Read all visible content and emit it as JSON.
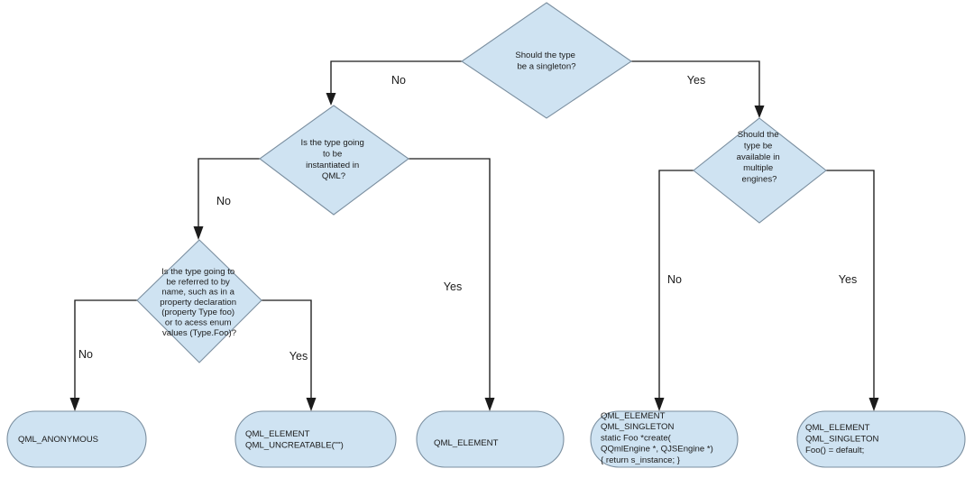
{
  "diagram": {
    "title": "QML type registration decision flowchart",
    "colors": {
      "node_fill": "#cfe3f2",
      "node_stroke": "#7b8fa0",
      "edge_stroke": "#1b1b1b",
      "background": "#ffffff",
      "text": "#1b1b1b"
    },
    "decisions": [
      {
        "id": "d1",
        "lines": [
          "Should the type",
          "be a singleton?"
        ]
      },
      {
        "id": "d2",
        "lines": [
          "Is the type going",
          "to be",
          "instantiated in",
          "QML?"
        ]
      },
      {
        "id": "d3",
        "lines": [
          "Should the",
          "type be",
          "available in",
          "multiple",
          "engines?"
        ]
      },
      {
        "id": "d4",
        "lines": [
          "Is the type going to",
          "be referred to by",
          "name, such as in a",
          "property declaration",
          "(property Type foo)",
          "or to acess enum",
          "values (Type.Foo)?"
        ]
      }
    ],
    "terminals": [
      {
        "id": "t1",
        "lines": [
          "QML_ANONYMOUS"
        ]
      },
      {
        "id": "t2",
        "lines": [
          "QML_ELEMENT",
          "QML_UNCREATABLE(\"\")"
        ]
      },
      {
        "id": "t3",
        "lines": [
          "QML_ELEMENT"
        ]
      },
      {
        "id": "t4",
        "lines": [
          "QML_ELEMENT",
          "QML_SINGLETON",
          "static Foo *create(",
          "  QQmlEngine *, QJSEngine *)",
          "{ return s_instance; }"
        ]
      },
      {
        "id": "t5",
        "lines": [
          "QML_ELEMENT",
          "QML_SINGLETON",
          "Foo() = default;"
        ]
      }
    ],
    "edge_labels": {
      "d1_no": "No",
      "d1_yes": "Yes",
      "d2_no": "No",
      "d2_yes": "Yes",
      "d3_no": "No",
      "d3_yes": "Yes",
      "d4_no": "No",
      "d4_yes": "Yes"
    }
  }
}
